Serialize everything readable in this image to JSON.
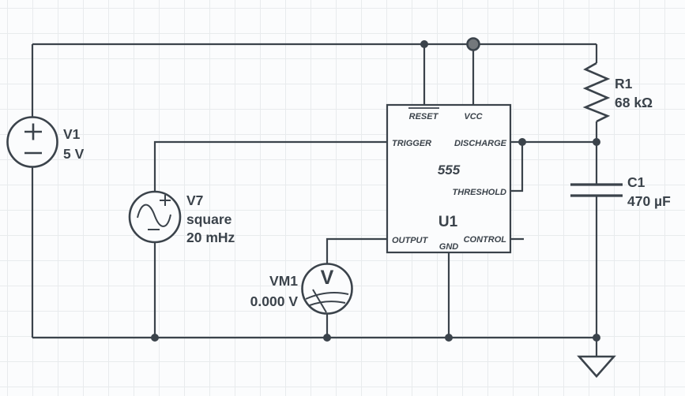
{
  "canvas": {
    "background_color": "#fbfcfd",
    "grid_color": "#e8ebed",
    "wire_color": "#3b434b",
    "highlight_node_fill": "#74787c"
  },
  "components": {
    "v1": {
      "ref": "V1",
      "value": "5 V"
    },
    "v7": {
      "ref": "V7",
      "waveform": "square",
      "frequency": "20 mHz"
    },
    "vm1": {
      "ref": "VM1",
      "reading": "0.000 V",
      "meter_letter": "V"
    },
    "r1": {
      "ref": "R1",
      "value": "68 kΩ"
    },
    "c1": {
      "ref": "C1",
      "value": "470 µF"
    },
    "u1": {
      "ref": "U1",
      "part_number": "555",
      "pins": {
        "reset": "RESET",
        "vcc": "VCC",
        "trigger": "TRIGGER",
        "discharge": "DISCHARGE",
        "threshold": "THRESHOLD",
        "output": "OUTPUT",
        "gnd": "GND",
        "control": "CONTROL"
      }
    }
  }
}
